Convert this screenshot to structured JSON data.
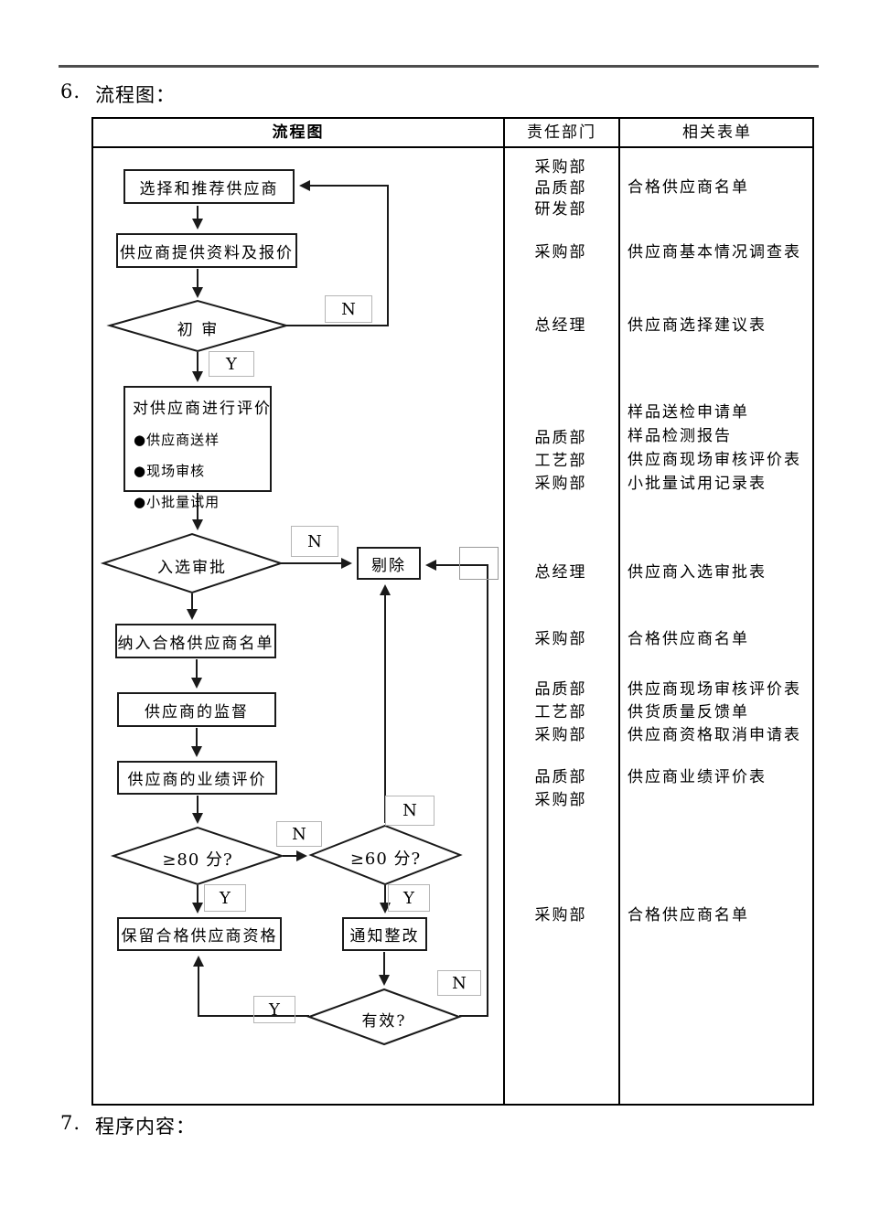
{
  "headings": {
    "item6_num": "6.",
    "item6_label": "流程图：",
    "item7_num": "7.",
    "item7_label": "程序内容："
  },
  "table": {
    "col_flowchart": "流程图",
    "col_department": "责任部门",
    "col_forms": "相关表单"
  },
  "flow": {
    "select": "选择和推荐供应商",
    "provide": "供应商提供资料及报价",
    "initial_review": "初 审",
    "eval_title": "对供应商进行评价",
    "eval_b1": "●供应商送样",
    "eval_b2": "●现场审核",
    "eval_b3": "●小批量试用",
    "selection_approval": "入选审批",
    "remove": "剔除",
    "add_list": "纳入合格供应商名单",
    "supervision": "供应商的监督",
    "performance": "供应商的业绩评价",
    "ge80": "≥80 分?",
    "ge60": "≥60 分?",
    "retain": "保留合格供应商资格",
    "notify": "通知整改",
    "effective": "有效?",
    "yes": "Y",
    "no": "N"
  },
  "departments": [
    "采购部",
    "品质部",
    "研发部",
    "采购部",
    "总经理",
    "品质部",
    "工艺部",
    "采购部",
    "总经理",
    "采购部",
    "品质部",
    "工艺部",
    "采购部",
    "品质部",
    "采购部",
    "采购部"
  ],
  "forms": [
    "合格供应商名单",
    "供应商基本情况调查表",
    "供应商选择建议表",
    "样品送检申请单",
    "样品检测报告",
    "供应商现场审核评价表",
    "小批量试用记录表",
    "供应商入选审批表",
    "合格供应商名单",
    "供应商现场审核评价表",
    "供货质量反馈单",
    "供应商资格取消申请表",
    "供应商业绩评价表",
    "合格供应商名单"
  ]
}
